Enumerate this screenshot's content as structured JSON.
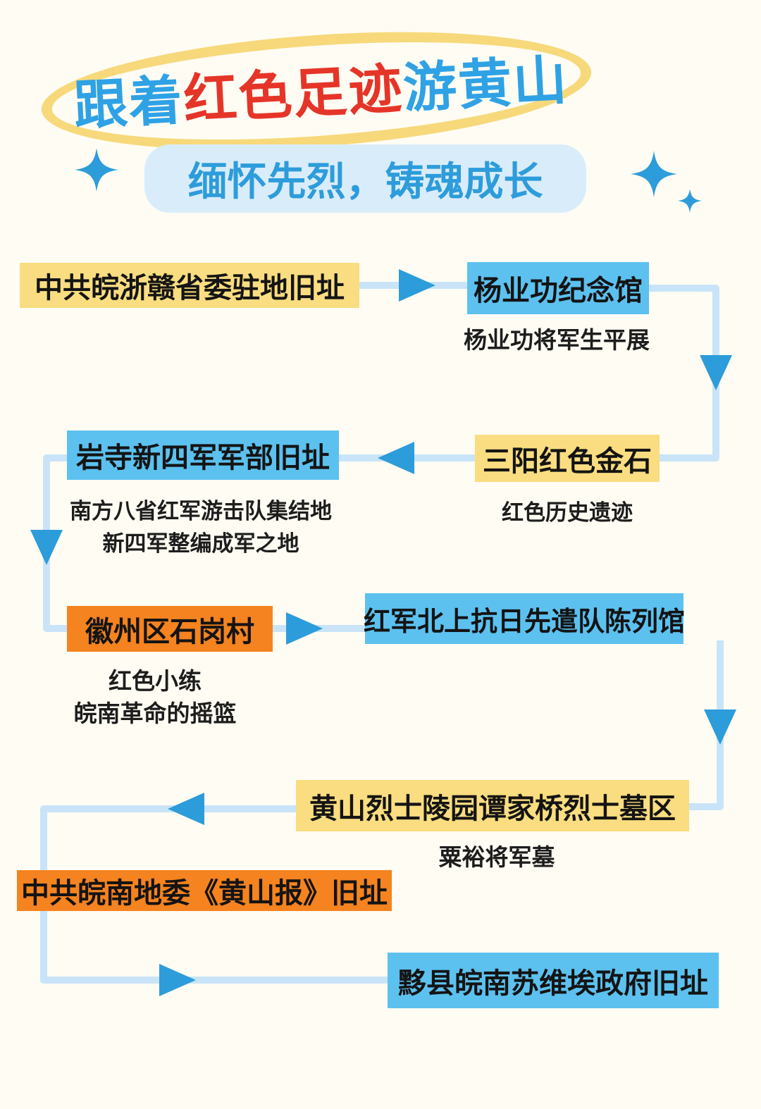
{
  "page": {
    "background_color": "#FFFCF3"
  },
  "header": {
    "title": {
      "part1": "跟着",
      "part2": "红色足迹",
      "part3": "游黄山",
      "blue_color": "#2FA2E5",
      "red_color": "#E53528",
      "ellipse_color": "#F7D97B"
    },
    "subtitle": {
      "text": "缅怀先烈，铸魂成长",
      "text_color": "#2D9CDB",
      "background_color": "#D9ECFA"
    },
    "sparkle_color": "#2D9CDB"
  },
  "flow": {
    "line_color": "#C9E4F8",
    "arrow_color": "#2D9CDB",
    "node_colors": {
      "yellow": "#F9DD80",
      "blue": "#5CC1EF",
      "orange": "#F5831F"
    },
    "nodes": [
      {
        "label": "中共皖浙赣省委驻地旧址",
        "type": "yellow",
        "captions": []
      },
      {
        "label": "杨业功纪念馆",
        "type": "blue",
        "captions": [
          "杨业功将军生平展"
        ]
      },
      {
        "label": "三阳红色金石",
        "type": "yellow",
        "captions": [
          "红色历史遗迹"
        ]
      },
      {
        "label": "岩寺新四军军部旧址",
        "type": "blue",
        "captions": [
          "南方八省红军游击队集结地",
          "新四军整编成军之地"
        ]
      },
      {
        "label": "徽州区石岗村",
        "type": "orange",
        "captions": [
          "红色小练",
          "皖南革命的摇篮"
        ]
      },
      {
        "label": "红军北上抗日先遣队陈列馆",
        "type": "blue",
        "captions": []
      },
      {
        "label": "黄山烈士陵园谭家桥烈士墓区",
        "type": "yellow",
        "captions": [
          "粟裕将军墓"
        ]
      },
      {
        "label": "中共皖南地委《黄山报》旧址",
        "type": "orange",
        "captions": []
      },
      {
        "label": "黟县皖南苏维埃政府旧址",
        "type": "blue",
        "captions": []
      }
    ]
  }
}
